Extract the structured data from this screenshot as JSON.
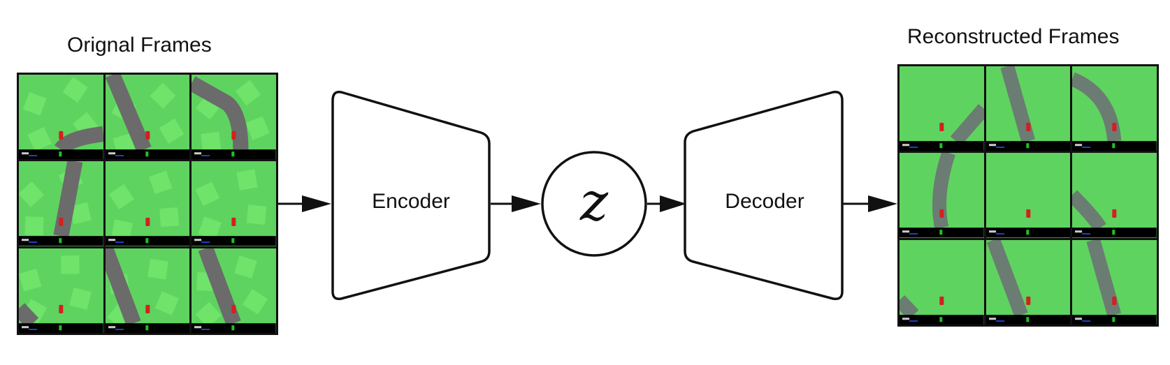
{
  "titles": {
    "original": "Orignal Frames",
    "reconstructed": "Reconstructed Frames"
  },
  "blocks": {
    "encoder": "Encoder",
    "latent": "z",
    "decoder": "Decoder"
  },
  "colors": {
    "grass": "#5fd35f",
    "grass_light": "#6fe36a",
    "road": "#6b6b6b",
    "road_blur": "#6f5f7a",
    "car": "#d42020",
    "hud": "#000000",
    "hud_green": "#22c022",
    "stroke": "#111111"
  },
  "icons": [
    "car-icon",
    "speed-indicator-icon"
  ]
}
